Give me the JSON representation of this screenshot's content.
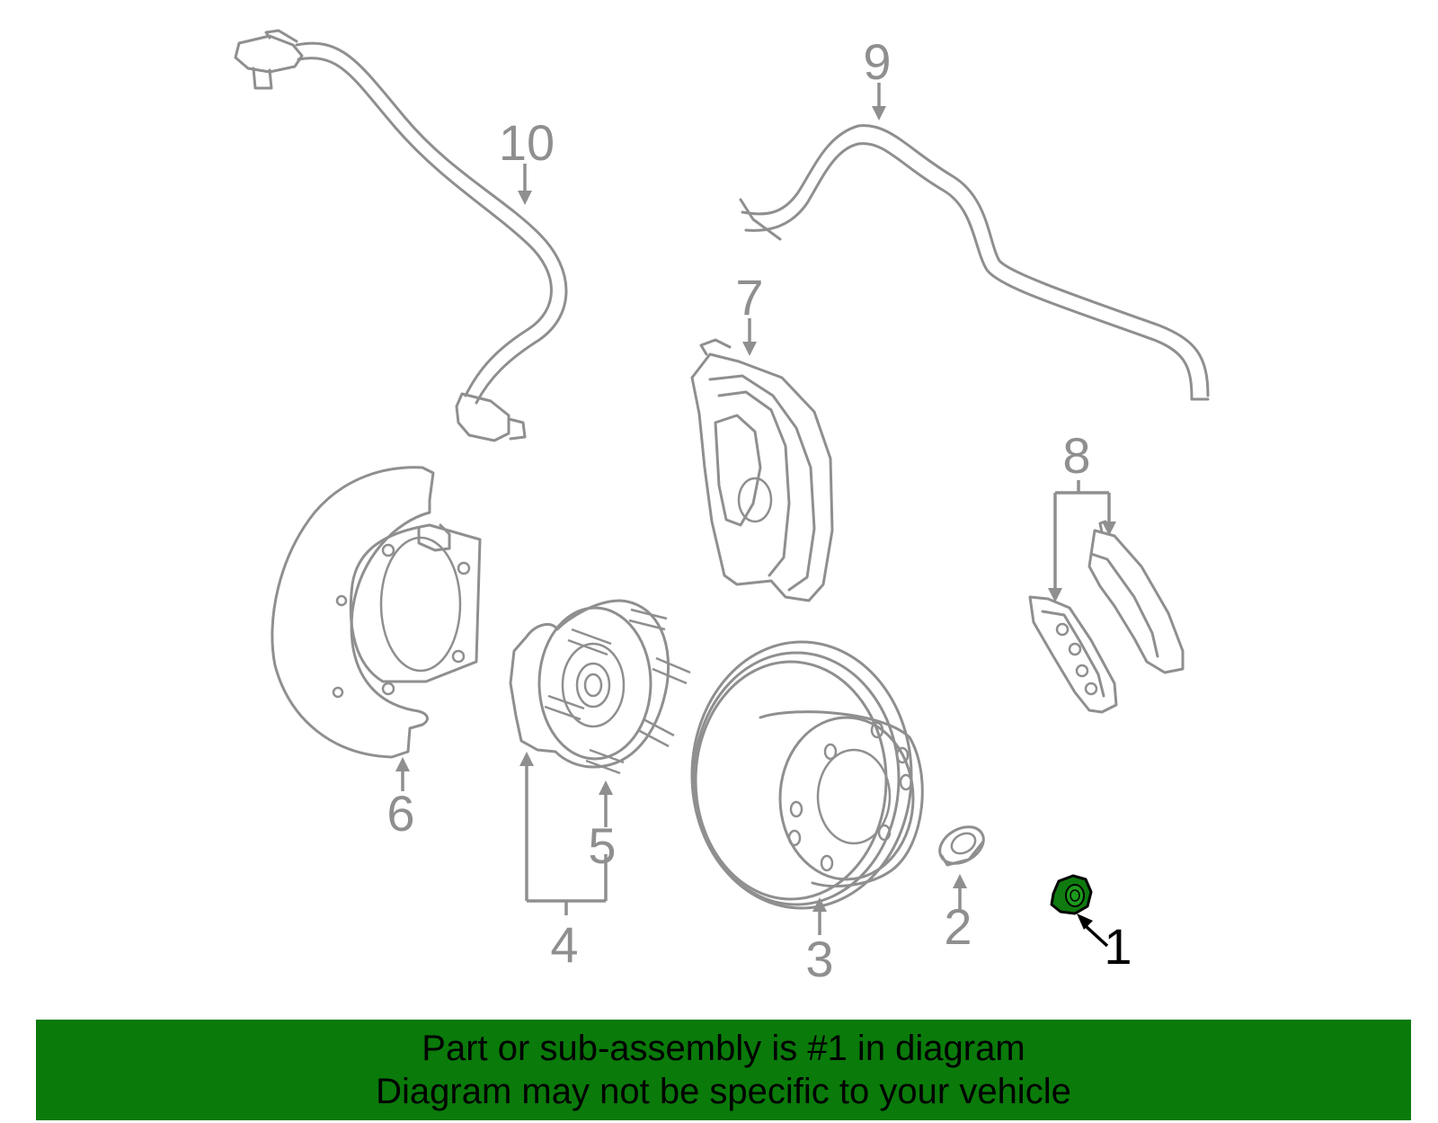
{
  "colors": {
    "line_art": "#8f8f8f",
    "highlight_part": "#0f7a0f",
    "banner_background": "#0a7a0a",
    "banner_text": "#000000",
    "background": "#ffffff"
  },
  "callouts": {
    "c1": "1",
    "c2": "2",
    "c3": "3",
    "c4": "4",
    "c5": "5",
    "c6": "6",
    "c7": "7",
    "c8": "8",
    "c9": "9",
    "c10": "10"
  },
  "highlighted_part": "1",
  "banner": {
    "line1": "Part or sub-assembly is #1 in diagram",
    "line2": "Diagram may not be specific to your vehicle"
  }
}
